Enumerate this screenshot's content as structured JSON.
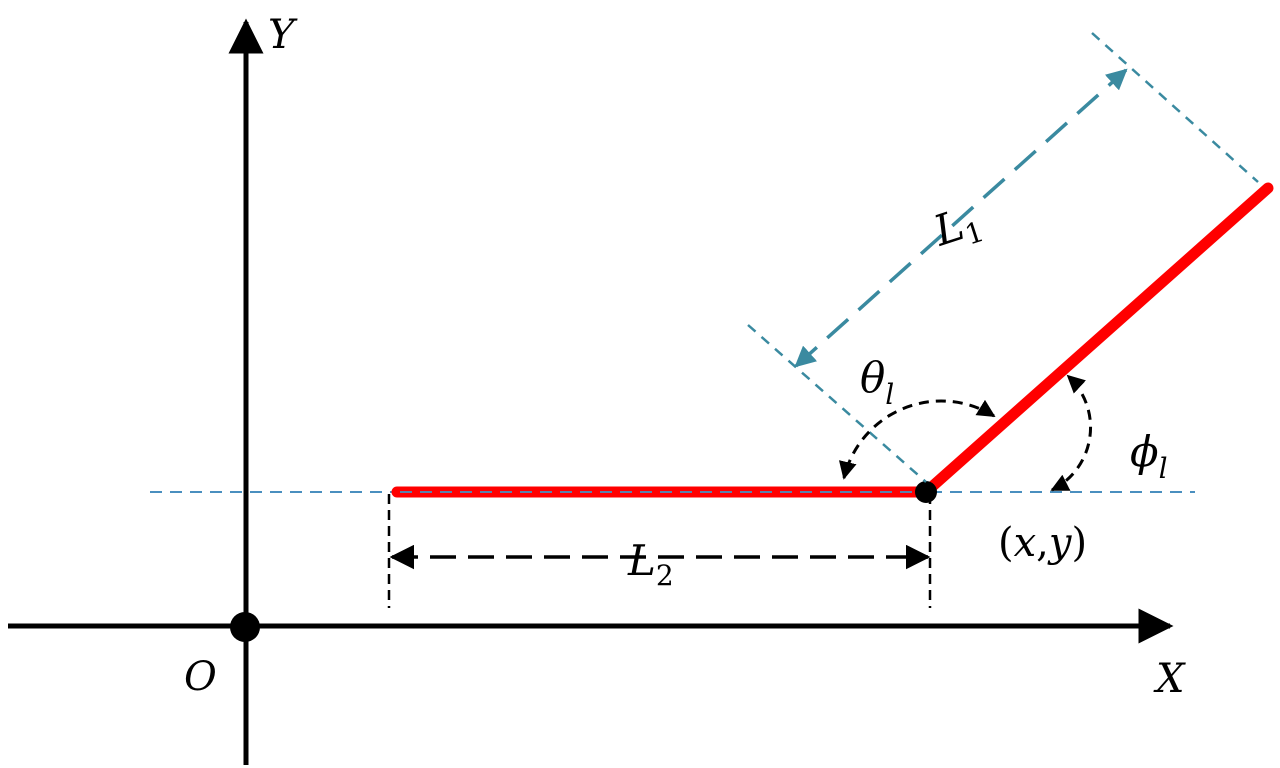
{
  "axes": {
    "x_label": "X",
    "y_label": "Y",
    "origin_label": "O"
  },
  "labels": {
    "link1": {
      "main": "L",
      "sub": "1"
    },
    "link2": {
      "main": "L",
      "sub": "2"
    },
    "theta": {
      "main": "θ",
      "sub": "l"
    },
    "phi": {
      "main": "ϕ",
      "sub": "l"
    },
    "point": {
      "open": "(",
      "x": "x",
      "comma": ",",
      "y": "y",
      "close": ")"
    }
  },
  "colors": {
    "axis": "#000000",
    "link": "#ff0000",
    "guide": "#3a8aa0",
    "dim": "#000000"
  }
}
